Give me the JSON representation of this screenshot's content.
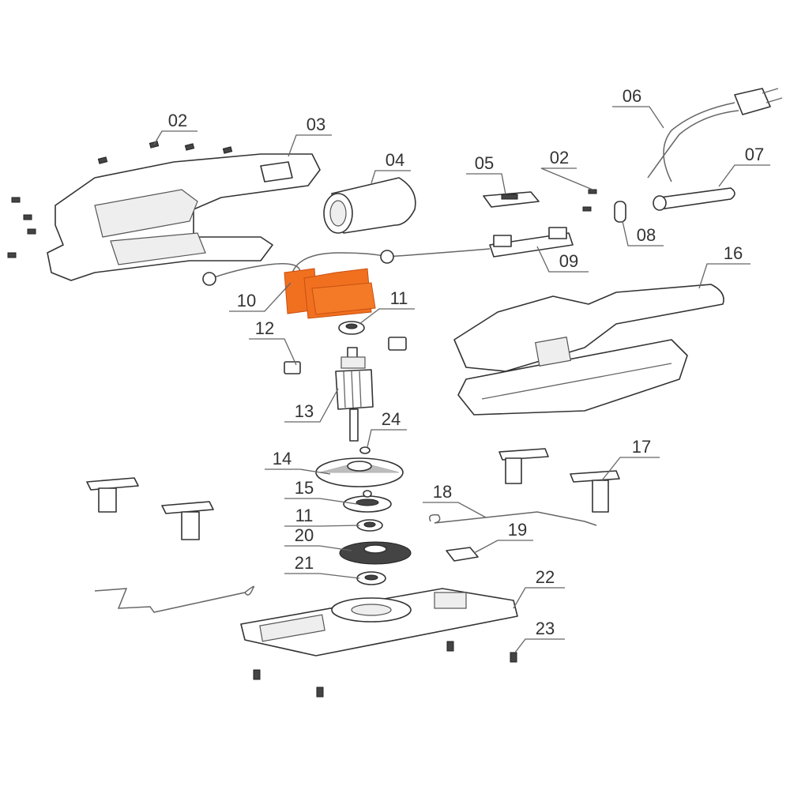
{
  "diagram": {
    "title": "Sander exploded parts diagram",
    "highlight_color": "#f07020",
    "highlighted_part": "10",
    "part_labels": [
      "02",
      "03",
      "04",
      "05",
      "02",
      "06",
      "07",
      "08",
      "09",
      "16",
      "10",
      "11",
      "12",
      "13",
      "24",
      "14",
      "17",
      "15",
      "18",
      "11",
      "20",
      "19",
      "21",
      "22",
      "23"
    ]
  }
}
